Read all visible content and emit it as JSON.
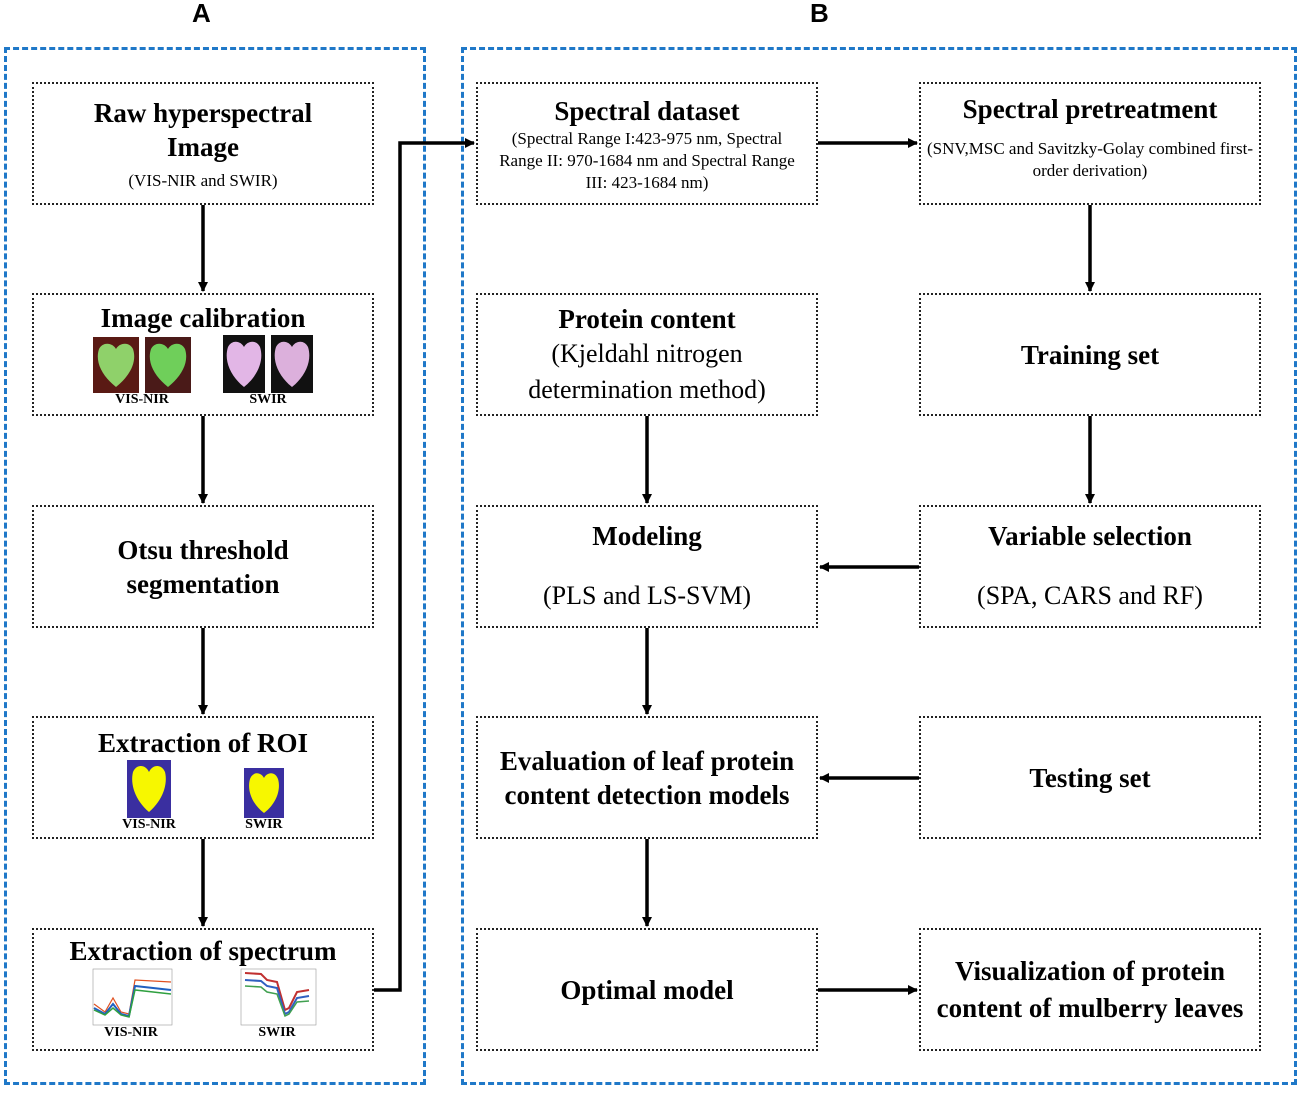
{
  "panels": {
    "a_label": "A",
    "b_label": "B"
  },
  "colors": {
    "panel_border": "#1f78c8",
    "vis_leaf": "#8fd16a",
    "vis_bg": "#5a1a14",
    "swir_leaf": "#e2b6e6",
    "roi_bg": "#3a2fa0",
    "roi_leaf": "#f7f700"
  },
  "panel_a": {
    "raw": {
      "title": "Raw hyperspectral Image",
      "subtitle": "(VIS-NIR and SWIR)"
    },
    "calibration": {
      "title": "Image calibration",
      "captions": [
        "VIS-NIR",
        "SWIR"
      ]
    },
    "otsu": {
      "title": "Otsu threshold segmentation"
    },
    "roi": {
      "title": "Extraction of ROI",
      "captions": [
        "VIS-NIR",
        "SWIR"
      ]
    },
    "spectrum": {
      "title": "Extraction of spectrum",
      "captions": [
        "VIS-NIR",
        "SWIR"
      ]
    }
  },
  "panel_b": {
    "dataset": {
      "title": "Spectral dataset",
      "subtitle": "(Spectral Range I:423-975 nm, Spectral Range II: 970-1684 nm and Spectral Range III: 423-1684 nm)"
    },
    "pretreatment": {
      "title": "Spectral pretreatment",
      "subtitle": "(SNV,MSC and Savitzky-Golay combined first-order derivation)"
    },
    "protein": {
      "title": "Protein content",
      "subtitle": "(Kjeldahl nitrogen determination method)"
    },
    "training": {
      "title": "Training set"
    },
    "modeling": {
      "title": "Modeling",
      "subtitle": "(PLS and LS-SVM)"
    },
    "variable": {
      "title": "Variable selection",
      "subtitle": "(SPA, CARS and RF)"
    },
    "evaluation": {
      "title": "Evaluation of leaf protein content detection models"
    },
    "testing": {
      "title": "Testing set"
    },
    "optimal": {
      "title": "Optimal model"
    },
    "visualization": {
      "title": "Visualization of protein content of mulberry leaves"
    }
  }
}
